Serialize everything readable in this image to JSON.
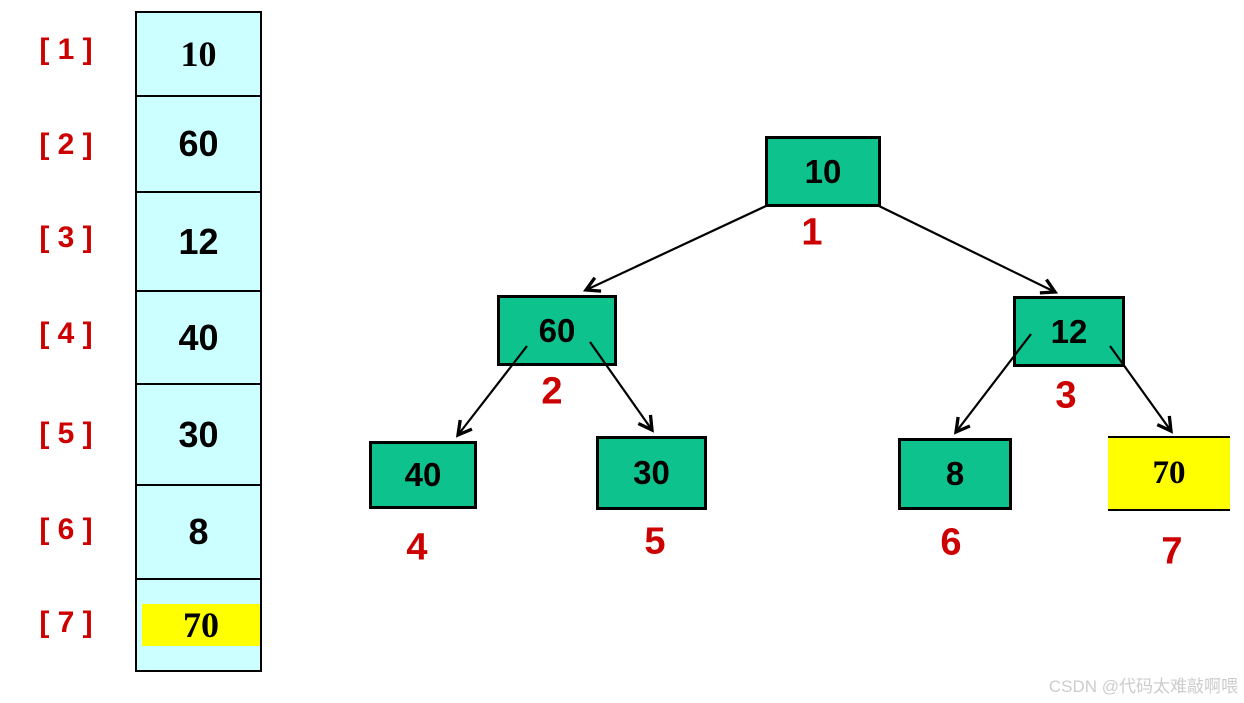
{
  "array": {
    "items": [
      {
        "index_label": "[ 1 ]",
        "value": "10"
      },
      {
        "index_label": "[ 2 ]",
        "value": "60"
      },
      {
        "index_label": "[ 3 ]",
        "value": "12"
      },
      {
        "index_label": "[ 4 ]",
        "value": "40"
      },
      {
        "index_label": "[ 5 ]",
        "value": "30"
      },
      {
        "index_label": "[ 6 ]",
        "value": "8"
      },
      {
        "index_label": "[ 7 ]",
        "value": "70",
        "highlighted": true
      }
    ]
  },
  "tree": {
    "nodes": [
      {
        "value": "10",
        "order_label": "1"
      },
      {
        "value": "60",
        "order_label": "2"
      },
      {
        "value": "12",
        "order_label": "3"
      },
      {
        "value": "40",
        "order_label": "4"
      },
      {
        "value": "30",
        "order_label": "5"
      },
      {
        "value": "8",
        "order_label": "6"
      },
      {
        "value": "70",
        "order_label": "7",
        "highlighted": true
      }
    ],
    "edges": [
      {
        "from": "10",
        "to": "60"
      },
      {
        "from": "10",
        "to": "12"
      },
      {
        "from": "60",
        "to": "40"
      },
      {
        "from": "60",
        "to": "30"
      },
      {
        "from": "12",
        "to": "8"
      },
      {
        "from": "12",
        "to": "70"
      }
    ]
  },
  "colors": {
    "node_green": "#0ec28e",
    "cell_cyan": "#ccffff",
    "highlight_yellow": "#ffff00",
    "label_red": "#cc0000",
    "line_black": "#000000"
  },
  "watermark": "CSDN @代码太难敲啊喂"
}
